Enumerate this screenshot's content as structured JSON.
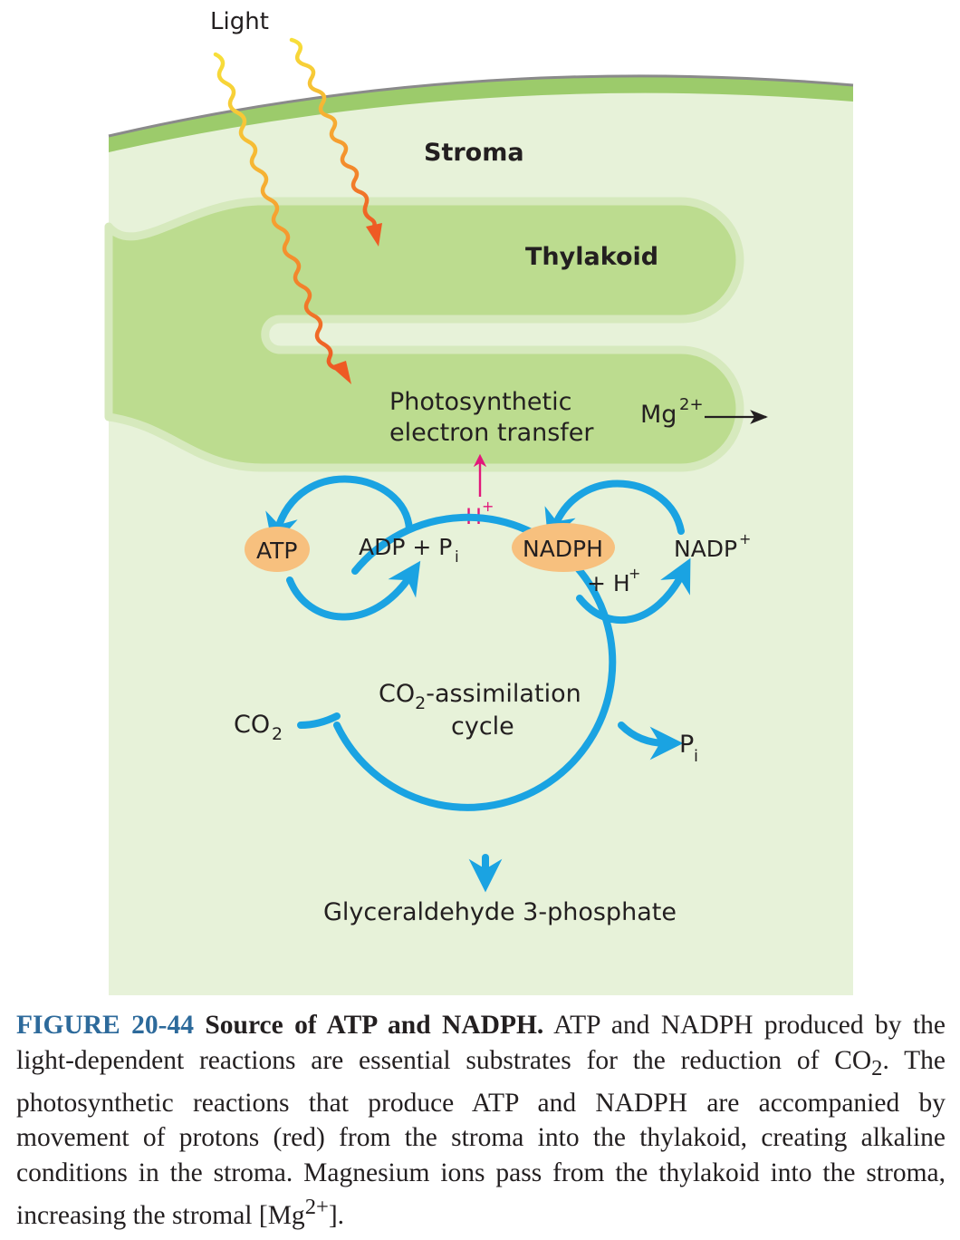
{
  "diagram": {
    "labels": {
      "light": "Light",
      "stroma": "Stroma",
      "thylakoid": "Thylakoid",
      "electron_transfer_line1": "Photosynthetic",
      "electron_transfer_line2": "electron transfer",
      "mg": "Mg",
      "mg_charge": "2+",
      "h": "H",
      "h_charge": "+",
      "atp": "ATP",
      "adp": "ADP + P",
      "adp_sub": "i",
      "nadph": "NADPH",
      "plus_h": "+ H",
      "plus_h_charge": "+",
      "nadp": "NADP",
      "nadp_charge": "+",
      "co2": "CO",
      "co2_sub": "2",
      "cycle_line1": "CO",
      "cycle_line1_sub": "2",
      "cycle_line1_rest": "-assimilation",
      "cycle_line2": "cycle",
      "pi": "P",
      "pi_sub": "i",
      "g3p": "Glyceraldehyde 3-phosphate"
    },
    "colors": {
      "membrane": "#9ccb6b",
      "stroma_fill": "#e7f2d9",
      "thylakoid_fill": "#bcdc8f",
      "cycle_arrow": "#1aa3e2",
      "proton_arrow": "#e2177a",
      "cofactor_ellipse": "#f7c07e",
      "light_start": "#f7df3a",
      "light_end": "#ee5a24"
    }
  },
  "caption": {
    "figure_number": "FIGURE 20-44",
    "title": "Source of ATP and NADPH.",
    "text_part1": "ATP and NADPH produced by the light-dependent reactions are essential substrates for the reduction of CO",
    "text_sub1": "2",
    "text_part2": ". The photosynthetic reactions that produce ATP and NADPH are accompanied by movement of protons (red) from the stroma into the thylakoid, creating alkaline conditions in the stroma. Magnesium ions pass from the thylakoid into the stroma, increasing the stromal [Mg",
    "text_sup": "2+",
    "text_part3": "]."
  }
}
